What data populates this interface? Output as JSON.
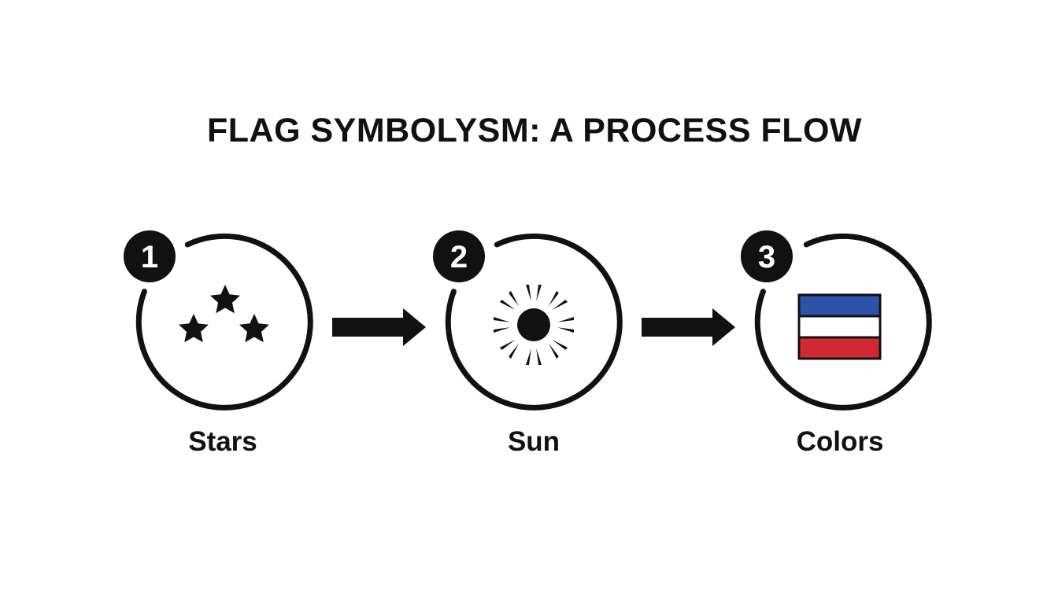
{
  "title": "FLAG SYMBOLYSM: A PROCESS FLOW",
  "steps": [
    {
      "number": "1",
      "label": "Stars",
      "icon": "three-stars-icon"
    },
    {
      "number": "2",
      "label": "Sun",
      "icon": "sun-rays-icon"
    },
    {
      "number": "3",
      "label": "Colors",
      "icon": "tricolor-flag-icon"
    }
  ],
  "colors": {
    "ink": "#111111",
    "flag_top": "#2d52a8",
    "flag_middle": "#ffffff",
    "flag_bottom": "#cf2a34"
  }
}
